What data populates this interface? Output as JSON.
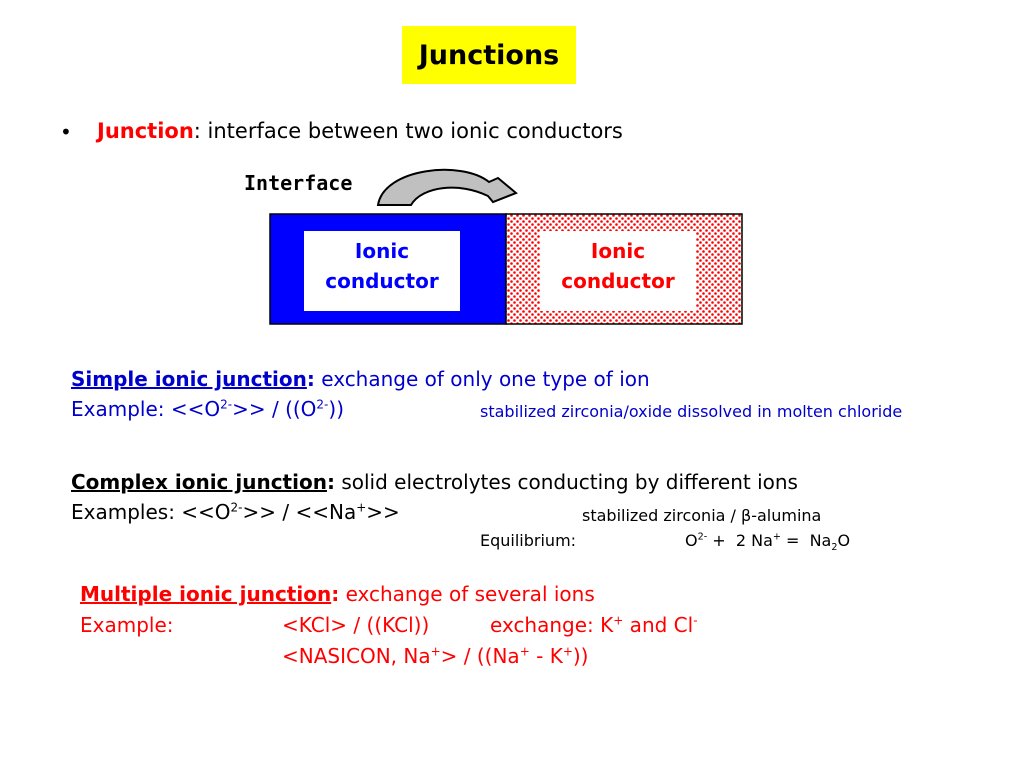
{
  "title": "Junctions",
  "bullet": {
    "symbol": "•",
    "term": "Junction",
    "definition": ": interface between two ionic conductors"
  },
  "diagram": {
    "interface_label": "Interface",
    "left_label_line1": "Ionic",
    "left_label_line2": "conductor",
    "right_label_line1": "Ionic",
    "right_label_line2": "conductor",
    "colors": {
      "left_fill": "#0000ff",
      "right_fill": "#ff0000",
      "arrow": "#c0c0c0"
    }
  },
  "simple": {
    "heading": "Simple ionic junction",
    "colon": ":",
    "description": "exchange of only one type of ion",
    "example_prefix": "Example: <<O",
    "sup1": "2-",
    "mid": ">> / ((O",
    "sup2": "2-",
    "end": "))",
    "note": "stabilized zirconia/oxide dissolved in molten chloride"
  },
  "complex": {
    "heading": "Complex ionic junction",
    "colon": ":",
    "description": "solid electrolytes conducting by different ions",
    "example_prefix": "Examples: <<O",
    "sup1": "2-",
    "mid": ">> / <<Na",
    "sup2": "+",
    "end": ">>",
    "note_pre": "stabilized zirconia / ",
    "beta": "β",
    "note_post": "-alumina",
    "eq_label": "Equilibrium:",
    "eq_o": "O",
    "eq_o_sup": "2-",
    "eq_plus1": " +  2 Na",
    "eq_na_sup": "+",
    "eq_equals": " =  Na",
    "eq_sub": "2",
    "eq_end": "O"
  },
  "multiple": {
    "heading": "Multiple ionic junction",
    "colon": ":",
    "description": "exchange of several ions",
    "example_label": "Example:",
    "ex1": "<KCl> / ((KCl))",
    "ex1_note_pre": "exchange: K",
    "ex1_k_sup": "+",
    "ex1_and": " and Cl",
    "ex1_cl_sup": "-",
    "ex2_pre": "<NASICON, Na",
    "ex2_sup1": "+",
    "ex2_mid": "> / ((Na",
    "ex2_sup2": "+",
    "ex2_mid2": " - K",
    "ex2_sup3": "+",
    "ex2_end": "))"
  }
}
